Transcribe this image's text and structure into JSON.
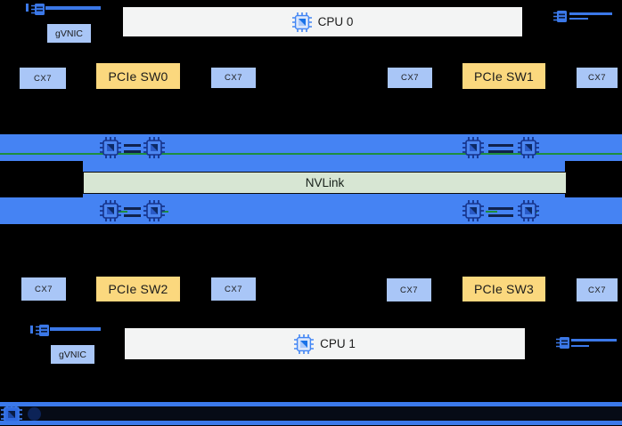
{
  "title": "GPU host topology diagram",
  "colors": {
    "background": "#000000",
    "gpu_bar_blue": "#4583f3",
    "nic_box_blue": "#a9c6f7",
    "pcie_box_yellow": "#fbd87e",
    "nvlink_green": "#d7e6d3",
    "trace_green": "#1e8e3e",
    "cpu_box_gray": "#f3f4f4",
    "wire_blue": "#3b78e8"
  },
  "top": {
    "gvnic_label": "gVNIC",
    "cpu_label": "CPU 0",
    "row": [
      {
        "label": "CX7"
      },
      {
        "label": "PCIe SW0"
      },
      {
        "label": "CX7"
      },
      {
        "label": "CX7"
      },
      {
        "label": "PCIe SW1"
      },
      {
        "label": "CX7"
      }
    ]
  },
  "fabric": {
    "nvlink_label": "NVLink",
    "gpus_top_row": 4,
    "gpus_bottom_row": 4
  },
  "bottom": {
    "row": [
      {
        "label": "CX7"
      },
      {
        "label": "PCIe SW2"
      },
      {
        "label": "CX7"
      },
      {
        "label": "CX7"
      },
      {
        "label": "PCIe SW3"
      },
      {
        "label": "CX7"
      }
    ],
    "gvnic_label": "gVNIC",
    "cpu_label": "CPU 1"
  }
}
